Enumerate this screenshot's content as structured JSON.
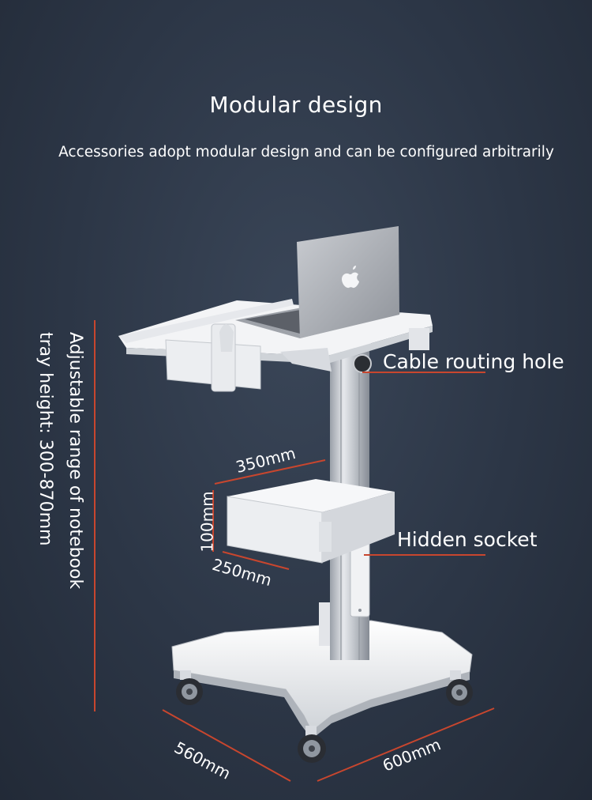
{
  "heading": {
    "title": "Modular design",
    "subtitle": "Accessories adopt modular design and can be configured arbitrarily"
  },
  "side_label": {
    "line1": "Adjustable range of notebook",
    "line2": "tray height: 300-870mm"
  },
  "callouts": {
    "cable_hole": "Cable routing hole",
    "hidden_socket": "Hidden socket"
  },
  "dimensions": {
    "drawer_width": "350mm",
    "drawer_height": "100mm",
    "drawer_depth": "250mm",
    "base_depth": "560mm",
    "base_width": "600mm"
  },
  "colors": {
    "accent_line": "#c8462e",
    "background": "#2c3646"
  }
}
